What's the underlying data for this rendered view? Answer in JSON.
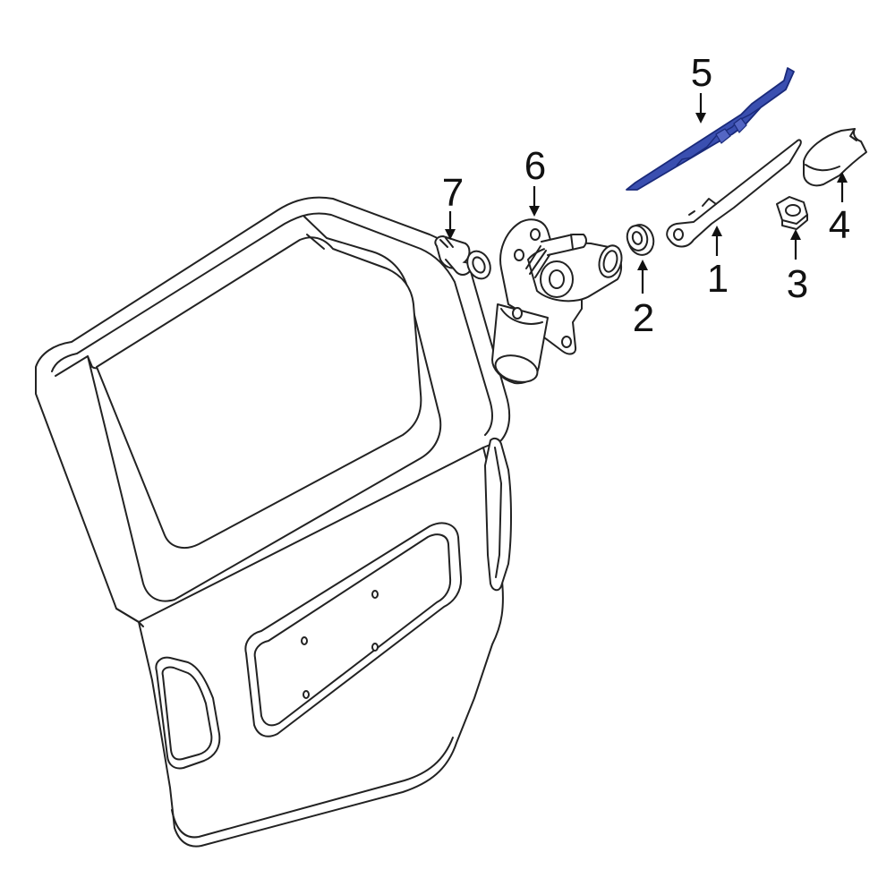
{
  "callouts": [
    {
      "id": "1",
      "label": "1"
    },
    {
      "id": "2",
      "label": "2"
    },
    {
      "id": "3",
      "label": "3"
    },
    {
      "id": "4",
      "label": "4"
    },
    {
      "id": "5",
      "label": "5"
    },
    {
      "id": "6",
      "label": "6"
    },
    {
      "id": "7",
      "label": "7"
    }
  ],
  "colors": {
    "highlight_part": "#3a4fb0",
    "highlight_outline": "#1a2a7a",
    "line": "#222222",
    "background": "#ffffff"
  }
}
